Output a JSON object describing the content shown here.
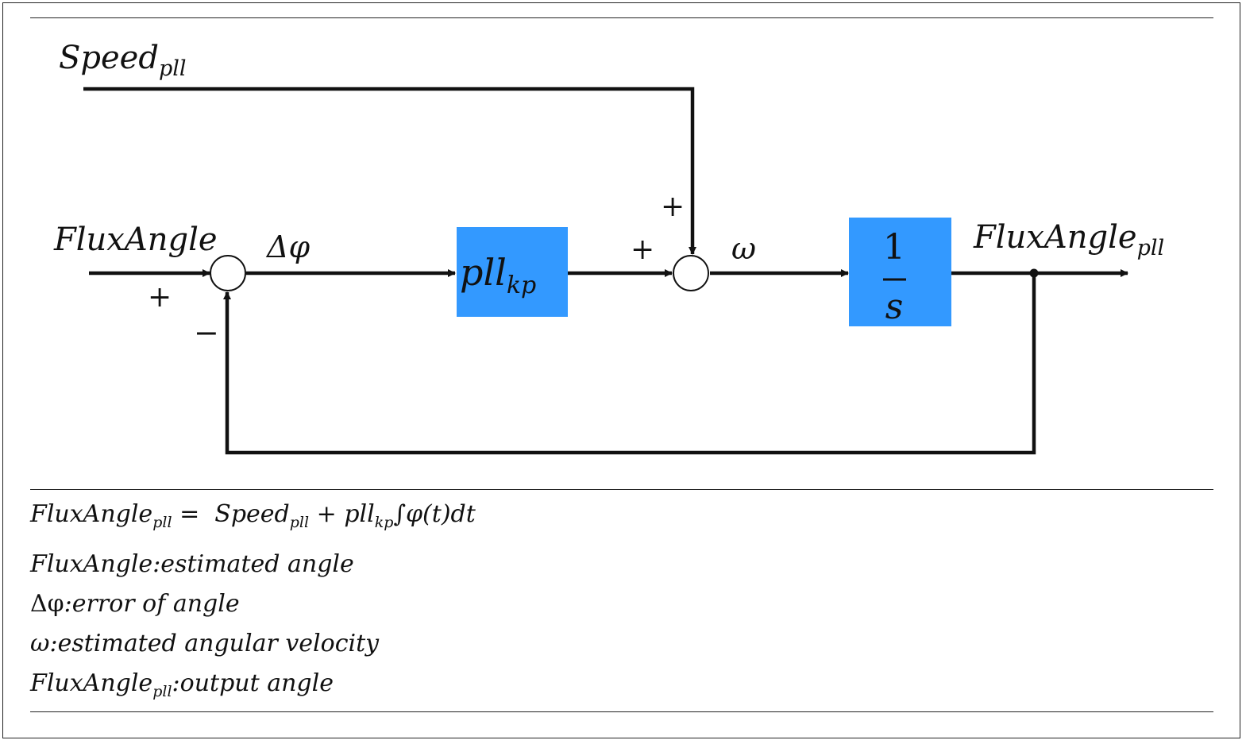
{
  "diagram": {
    "signals": {
      "speed_input": {
        "base": "Speed",
        "sub": "pll"
      },
      "flux_input": {
        "base": "FluxAngle"
      },
      "delta_phi": {
        "base": "Δφ"
      },
      "omega": {
        "base": "ω"
      },
      "flux_output": {
        "base": "FluxAngle",
        "sub": "pll"
      }
    },
    "signs": {
      "sum1_plus": "+",
      "sum1_minus": "−",
      "sum2_plus_left": "+",
      "sum2_plus_top": "+"
    },
    "blocks": {
      "gain": {
        "base": "pll",
        "sub": "kp",
        "color": "#3399ff"
      },
      "integrator": {
        "numerator": "1",
        "denominator": "s",
        "color": "#3399ff"
      }
    }
  },
  "equation": {
    "lhs": "FluxAngle",
    "lhs_sub": "pll",
    "equals": "=",
    "term1": "Speed",
    "term1_sub": "pll",
    "plus": "+",
    "term2": "pll",
    "term2_sub": "kp",
    "integral": "∫φ(t)dt"
  },
  "definitions": [
    {
      "symbol": "FluxAngle",
      "sub": "",
      "text": ":estimated angle"
    },
    {
      "symbol": "Δφ",
      "sub": "",
      "text": ":error of angle"
    },
    {
      "symbol": "ω",
      "sub": "",
      "text": ":estimated angular velocity"
    },
    {
      "symbol": "FluxAngle",
      "sub": "pll",
      "text": ":output angle"
    }
  ]
}
